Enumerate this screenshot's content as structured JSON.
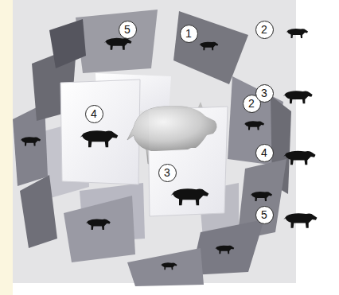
{
  "diagram": {
    "nodes": [
      {
        "text": [
          "5"
        ]
      },
      {
        "text": [
          "1"
        ]
      },
      {
        "text": [
          "2"
        ]
      },
      {
        "text": [
          "2"
        ]
      },
      {
        "text": [
          "3"
        ]
      },
      {
        "text": [
          "4"
        ]
      },
      {
        "text": [
          "4"
        ]
      },
      {
        "text": [
          "3"
        ]
      },
      {
        "text": [
          "5"
        ]
      }
    ]
  }
}
